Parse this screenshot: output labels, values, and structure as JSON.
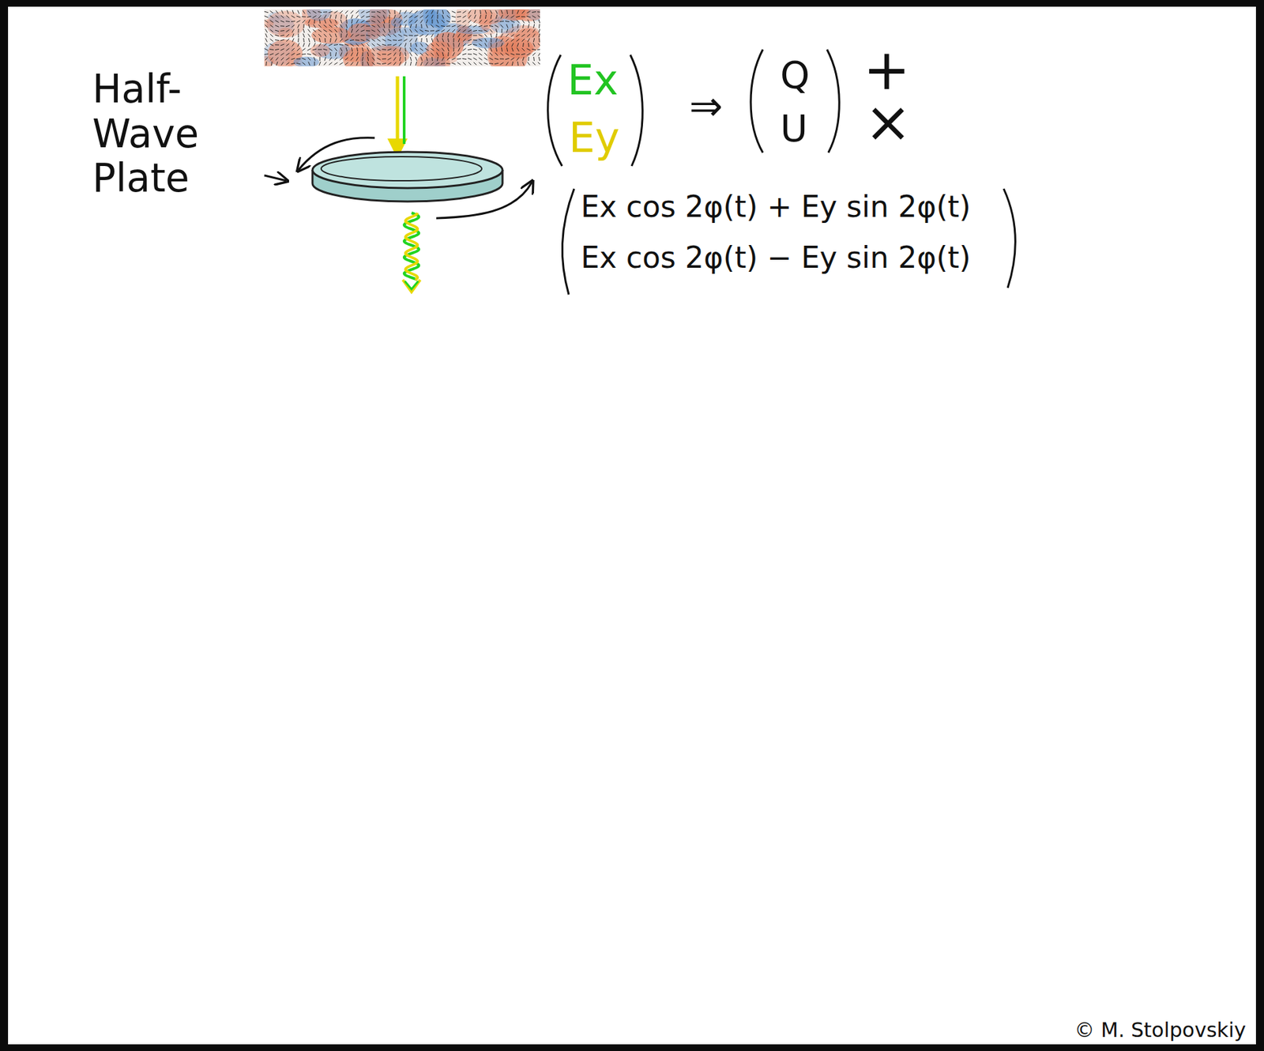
{
  "diagram": {
    "labels": [
      "Half- Wave Plate",
      "Ex",
      "Ey",
      "⇒",
      "Q",
      "U",
      "+",
      "×",
      "Ex cos 2φ(t) + Ey sin 2φ(t)",
      "Ex cos 2φ(t) − Ey sin 2φ(t)",
      "© M. Stolpovskiy"
    ]
  }
}
